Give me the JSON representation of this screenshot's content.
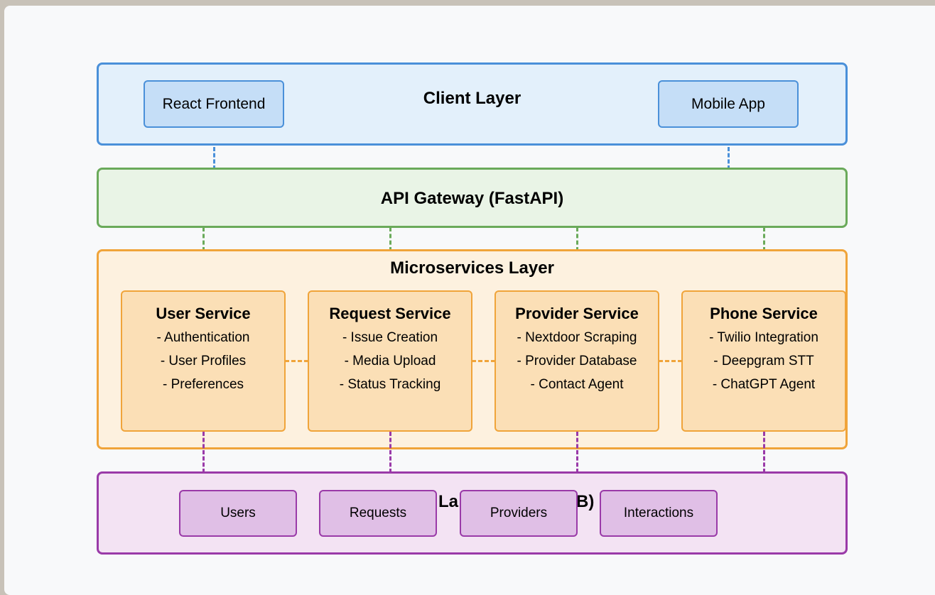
{
  "client_layer": {
    "title": "Client Layer",
    "items": [
      "React Frontend",
      "Mobile App"
    ]
  },
  "gateway": {
    "title": "API Gateway (FastAPI)"
  },
  "microservices": {
    "title": "Microservices Layer",
    "services": [
      {
        "name": "User Service",
        "lines": [
          "- Authentication",
          "- User Profiles",
          "- Preferences"
        ]
      },
      {
        "name": "Request Service",
        "lines": [
          "- Issue Creation",
          "- Media Upload",
          "- Status Tracking"
        ]
      },
      {
        "name": "Provider Service",
        "lines": [
          "- Nextdoor Scraping",
          "- Provider Database",
          "- Contact Agent"
        ]
      },
      {
        "name": "Phone Service",
        "lines": [
          "- Twilio Integration",
          "- Deepgram STT",
          "- ChatGPT Agent"
        ]
      }
    ]
  },
  "data_layer": {
    "title_fragments": [
      "La",
      "B)"
    ],
    "collections": [
      "Users",
      "Requests",
      "Providers",
      "Interactions"
    ]
  },
  "colors": {
    "client_border": "#4a90d9",
    "client_fill": "#e3f0fb",
    "client_box": "#c5def7",
    "gateway_border": "#6aaa5a",
    "gateway_fill": "#e9f4e6",
    "micro_border": "#f0a43a",
    "micro_fill": "#fdf1df",
    "micro_box": "#fbdfb6",
    "data_border": "#9a3aa8",
    "data_fill": "#f3e3f3",
    "data_box": "#e0bfe6"
  }
}
